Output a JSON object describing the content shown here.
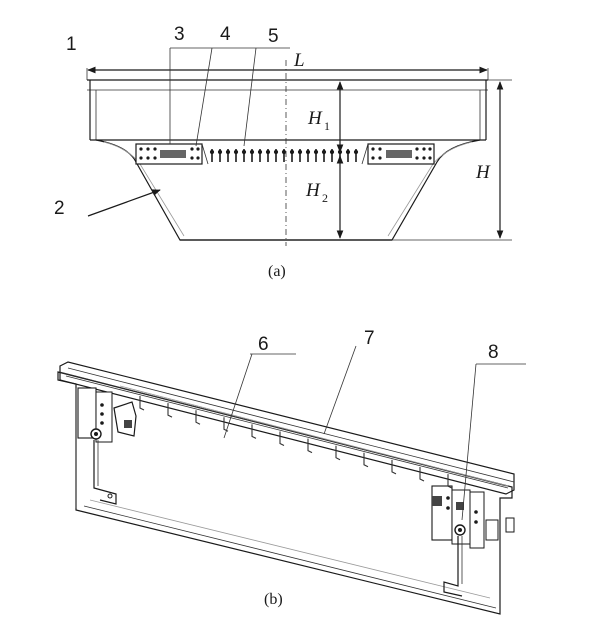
{
  "part_a": {
    "caption": "(a)",
    "part_labels": [
      "1",
      "2",
      "3",
      "4",
      "5"
    ],
    "dimensions": {
      "length": "L",
      "total_height": "H",
      "upper_height": "H",
      "upper_height_sub": "1",
      "lower_height": "H",
      "lower_height_sub": "2"
    }
  },
  "part_b": {
    "caption": "(b)",
    "part_labels": [
      "6",
      "7",
      "8"
    ]
  }
}
